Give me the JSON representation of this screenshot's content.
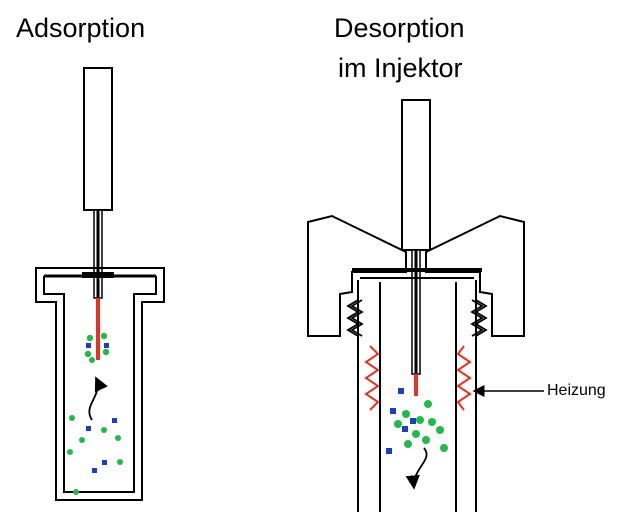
{
  "titles": {
    "adsorption": "Adsorption",
    "desorption_line1": "Desorption",
    "desorption_line2": "im Injektor"
  },
  "labels": {
    "heater": "Heizung"
  },
  "colors": {
    "outline": "#000000",
    "fiber": "#e53222",
    "heater": "#e53222",
    "particle_green": "#22b84a",
    "particle_blue": "#1a3fbf"
  }
}
